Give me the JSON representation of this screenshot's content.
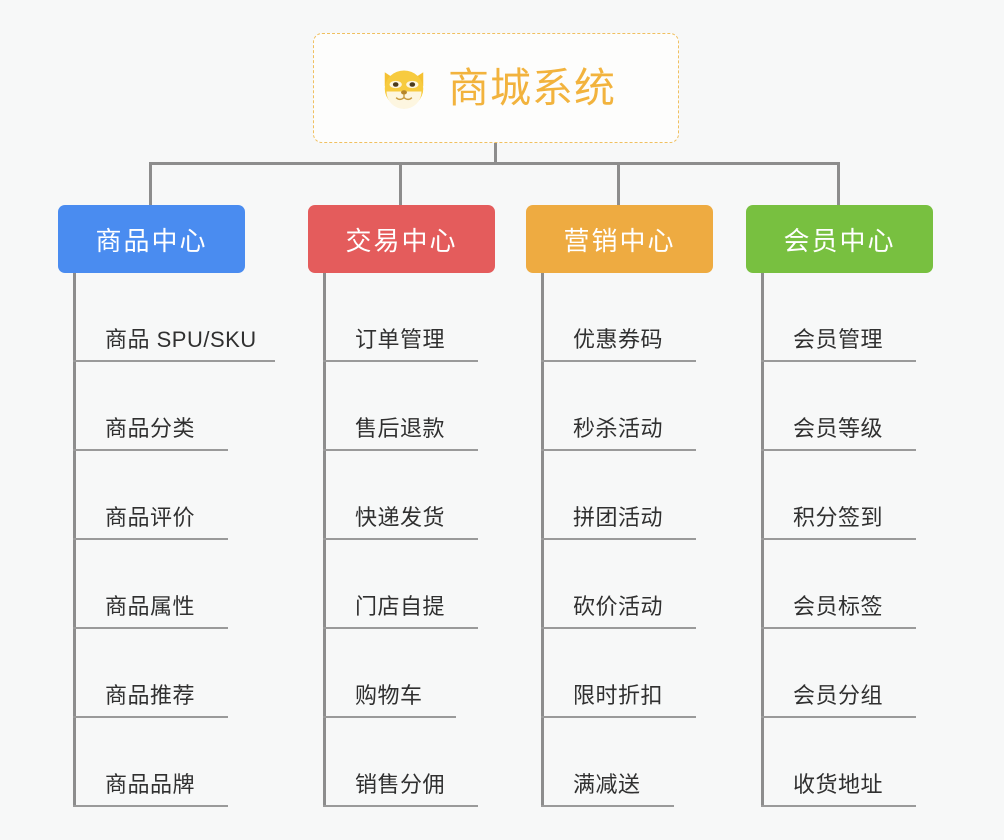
{
  "diagram": {
    "type": "mindmap-tree",
    "background_color": "#f7f8f8",
    "connector_color": "#8d8d8d",
    "root": {
      "title": "商城系统",
      "icon": "shiba-inu-dog-face-emoji",
      "text_color": "#f2b33d",
      "border_color": "#f0c060",
      "border_style": "dashed",
      "background_color": "#fdfdfc"
    },
    "branches": [
      {
        "title": "商品中心",
        "color": "#4a8cf0",
        "items": [
          "商品 SPU/SKU",
          "商品分类",
          "商品评价",
          "商品属性",
          "商品推荐",
          "商品品牌"
        ]
      },
      {
        "title": "交易中心",
        "color": "#e45c5c",
        "items": [
          "订单管理",
          "售后退款",
          "快递发货",
          "门店自提",
          "购物车",
          "销售分佣"
        ]
      },
      {
        "title": "营销中心",
        "color": "#eeab41",
        "items": [
          "优惠券码",
          "秒杀活动",
          "拼团活动",
          "砍价活动",
          "限时折扣",
          "满减送"
        ]
      },
      {
        "title": "会员中心",
        "color": "#78c040",
        "items": [
          "会员管理",
          "会员等级",
          "积分签到",
          "会员标签",
          "会员分组",
          "收货地址"
        ]
      }
    ]
  }
}
